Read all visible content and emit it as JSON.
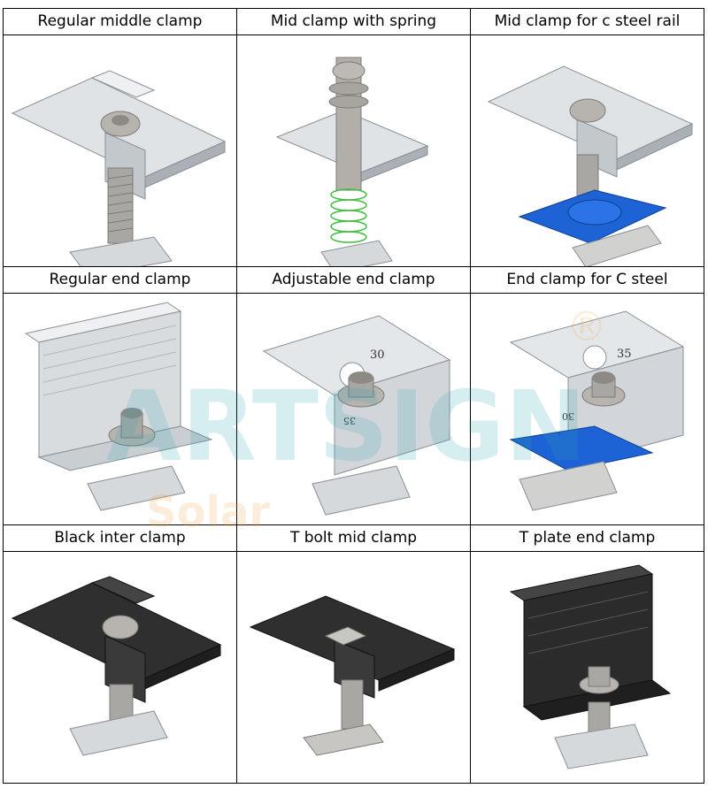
{
  "products": [
    {
      "label": "Regular middle clamp",
      "icon": "regular-middle-clamp",
      "color": "#c9ced2"
    },
    {
      "label": "Mid clamp with spring",
      "icon": "mid-clamp-with-spring",
      "color": "#c9ced2"
    },
    {
      "label": "Mid clamp for c steel rail",
      "icon": "mid-clamp-c-steel",
      "color": "#c9ced2"
    },
    {
      "label": "Regular end clamp",
      "icon": "regular-end-clamp",
      "color": "#c9ced2"
    },
    {
      "label": "Adjustable end clamp",
      "icon": "adjustable-end-clamp",
      "color": "#c9ced2",
      "scale_marks": [
        "30",
        "35"
      ]
    },
    {
      "label": "End clamp for C steel",
      "icon": "end-clamp-c-steel",
      "color": "#c9ced2",
      "scale_marks": [
        "35",
        "30"
      ]
    },
    {
      "label": "Black inter clamp",
      "icon": "black-inter-clamp",
      "color": "#2b2b2b"
    },
    {
      "label": "T bolt mid clamp",
      "icon": "t-bolt-mid-clamp",
      "color": "#2b2b2b"
    },
    {
      "label": "T plate end clamp",
      "icon": "t-plate-end-clamp",
      "color": "#2b2b2b"
    }
  ],
  "watermark": {
    "brand": "ARTSIGN",
    "sub": "Solar",
    "mark": "®"
  },
  "colors": {
    "aluminium": "#c9ced2",
    "black": "#2b2b2b",
    "nut_blue": "#1e63d6",
    "spring_green": "#3fbf3f",
    "bolt": "#b9b6b1"
  }
}
